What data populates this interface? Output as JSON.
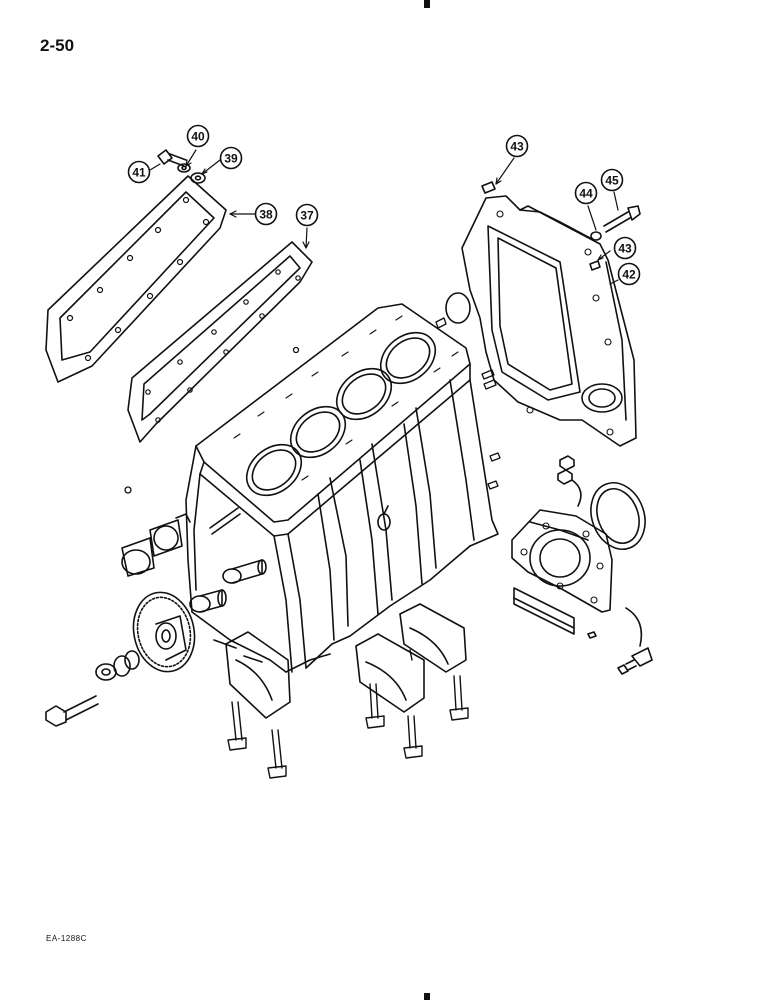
{
  "page": {
    "page_number": "2-50",
    "figure_code": "EA-1288C"
  },
  "callouts": [
    {
      "label": "37",
      "part": "cover-gasket"
    },
    {
      "label": "38",
      "part": "cover-plate"
    },
    {
      "label": "39",
      "part": "washer"
    },
    {
      "label": "40",
      "part": "lock-washer"
    },
    {
      "label": "41",
      "part": "cap-screw"
    },
    {
      "label": "42",
      "part": "front-plate"
    },
    {
      "label": "43",
      "part": "dowel-pin-upper"
    },
    {
      "label": "43",
      "part": "dowel-pin-lower"
    },
    {
      "label": "44",
      "part": "lock-washer"
    },
    {
      "label": "45",
      "part": "cap-screw"
    }
  ],
  "colors": {
    "ink": "#111111",
    "paper": "#ffffff"
  }
}
